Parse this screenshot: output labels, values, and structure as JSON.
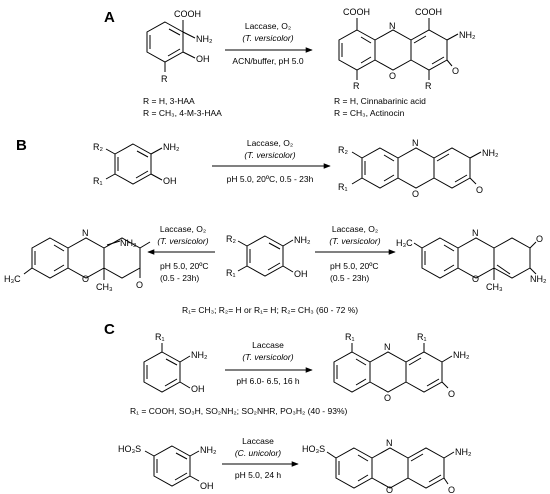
{
  "panels": {
    "A": {
      "label": "A",
      "reactant": {
        "groups": [
          "COOH",
          "NH₂",
          "OH",
          "R"
        ],
        "names": [
          "R = H, 3-HAA",
          "R = CH₃, 4-M-3-HAA"
        ]
      },
      "arrow": {
        "enzyme": "Laccase, O₂",
        "organism": "(T. versicolor)",
        "conditions": "ACN/buffer, pH 5.0"
      },
      "product": {
        "groups": [
          "COOH",
          "COOH",
          "NH₂",
          "O",
          "R",
          "R",
          "N",
          "O"
        ],
        "names": [
          "R = H,    Cinnabarinic acid",
          "R = CH₃, Actinocin"
        ]
      }
    },
    "B": {
      "label": "B",
      "reaction1": {
        "reactant_groups": [
          "R₂",
          "R₁",
          "NH₂",
          "OH"
        ],
        "enzyme": "Laccase, O₂",
        "organism": "(T. versicolor)",
        "conditions": "pH 5.0, 20ºC, 0.5 - 23h",
        "product_groups": [
          "R₂",
          "R₁",
          "NH₂",
          "N",
          "O",
          "O"
        ]
      },
      "reaction2": {
        "center_groups": [
          "R₂",
          "R₁",
          "NH₂",
          "OH"
        ],
        "left_arrow": {
          "enzyme": "Laccase, O₂",
          "organism": "(T. versicolor)",
          "conditions1": "pH 5.0, 20ºC",
          "conditions2": "(0.5 - 23h)"
        },
        "right_arrow": {
          "enzyme": "Laccase, O₂",
          "organism": "(T. versicolor)",
          "conditions1": "pH 5.0, 20ºC",
          "conditions2": "(0.5 - 23h)"
        },
        "left_product_groups": [
          "NH₂",
          "H₃C",
          "O",
          "CH₃",
          "O",
          "N"
        ],
        "right_product_groups": [
          "H₃C",
          "O",
          "NH₂",
          "O",
          "CH₃",
          "N"
        ]
      },
      "note": "R₁= CH₃; R₂= H or R₁= H; R₂= CH₃ (60 - 72 %)"
    },
    "C": {
      "label": "C",
      "reaction1": {
        "reactant_groups": [
          "R₁",
          "NH₂",
          "OH"
        ],
        "enzyme": "Laccase",
        "organism": "(T. versicolor)",
        "conditions": "pH 6.0- 6.5, 16 h",
        "product_groups": [
          "R₁",
          "R₁",
          "NH₂",
          "N",
          "O",
          "O"
        ]
      },
      "note": "R₁ = COOH, SO₃H, SO₂NH₂; SO₂NHR, PO₃H₂    (40 - 93%)",
      "reaction2": {
        "reactant_groups": [
          "HO₃S",
          "NH₂",
          "OH"
        ],
        "enzyme": "Laccase",
        "organism": "(C. unicolor)",
        "conditions": "pH 5.0, 24 h",
        "product_groups": [
          "HO₃S",
          "NH₂",
          "N",
          "O",
          "O"
        ]
      }
    }
  }
}
